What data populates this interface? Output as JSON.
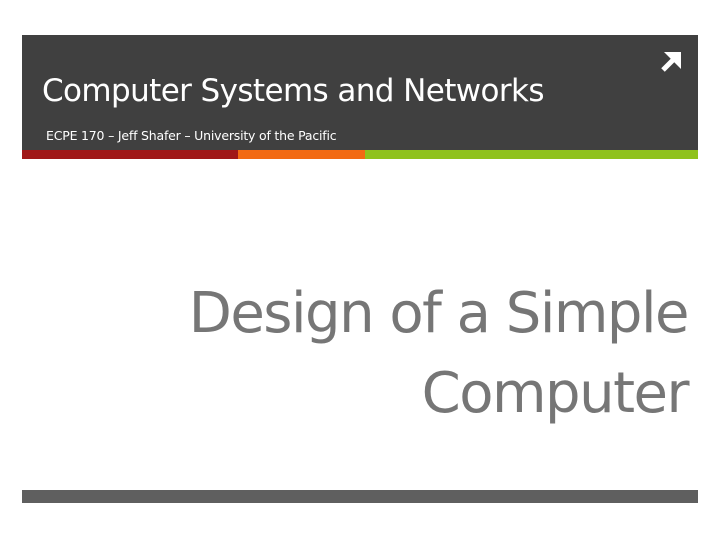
{
  "header": {
    "course_title": "Computer Systems and Networks",
    "course_subtitle": "ECPE 170 – Jeff Shafer – University of the Pacific",
    "corner_icon": "arrow-up-right-icon"
  },
  "title": {
    "line1": "Design of a Simple",
    "line2": "Computer"
  },
  "colors": {
    "header_bg": "#404040",
    "accent_red": "#a01818",
    "accent_orange": "#f26a13",
    "accent_green": "#8fc21c",
    "title_text": "#767676",
    "footer_bar": "#5f5f5f"
  }
}
